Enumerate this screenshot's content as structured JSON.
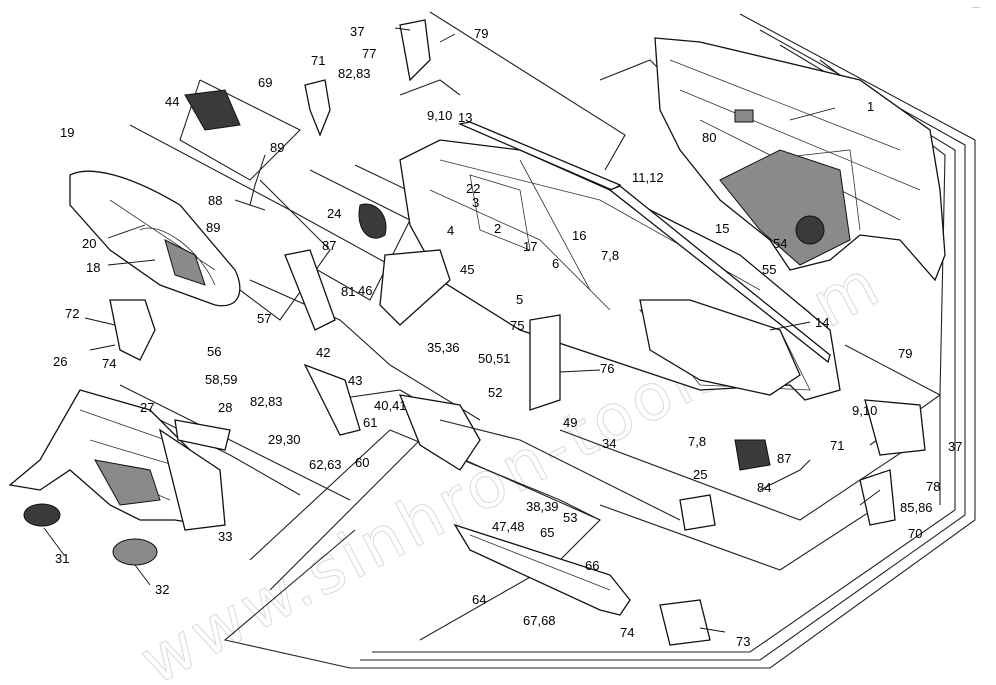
{
  "diagram": {
    "watermark": "www.sinhron-tools.com",
    "corner_mark": "—",
    "callouts": [
      {
        "id": "c37a",
        "label": "37"
      },
      {
        "id": "c79a",
        "label": "79"
      },
      {
        "id": "c77",
        "label": "77"
      },
      {
        "id": "c71a",
        "label": "71"
      },
      {
        "id": "c8283a",
        "label": "82,83"
      },
      {
        "id": "c69",
        "label": "69"
      },
      {
        "id": "c44",
        "label": "44"
      },
      {
        "id": "c910a",
        "label": "9,10"
      },
      {
        "id": "c13",
        "label": "13"
      },
      {
        "id": "c1",
        "label": "1"
      },
      {
        "id": "c80",
        "label": "80"
      },
      {
        "id": "c19",
        "label": "19"
      },
      {
        "id": "c89a",
        "label": "89"
      },
      {
        "id": "c88",
        "label": "88"
      },
      {
        "id": "c89b",
        "label": "89"
      },
      {
        "id": "c22",
        "label": "22"
      },
      {
        "id": "c3",
        "label": "3"
      },
      {
        "id": "c1112",
        "label": "11,12"
      },
      {
        "id": "c24",
        "label": "24"
      },
      {
        "id": "c4",
        "label": "4"
      },
      {
        "id": "c2",
        "label": "2"
      },
      {
        "id": "c17",
        "label": "17"
      },
      {
        "id": "c16",
        "label": "16"
      },
      {
        "id": "c15",
        "label": "15"
      },
      {
        "id": "c20",
        "label": "20"
      },
      {
        "id": "c18",
        "label": "18"
      },
      {
        "id": "c87a",
        "label": "87"
      },
      {
        "id": "c78a",
        "label": "7,8"
      },
      {
        "id": "c54",
        "label": "54"
      },
      {
        "id": "c55",
        "label": "55"
      },
      {
        "id": "c6",
        "label": "6"
      },
      {
        "id": "c45",
        "label": "45"
      },
      {
        "id": "c81",
        "label": "81"
      },
      {
        "id": "c46",
        "label": "46"
      },
      {
        "id": "c5",
        "label": "5"
      },
      {
        "id": "c72",
        "label": "72"
      },
      {
        "id": "c57",
        "label": "57"
      },
      {
        "id": "c75",
        "label": "75"
      },
      {
        "id": "c14",
        "label": "14"
      },
      {
        "id": "c56",
        "label": "56"
      },
      {
        "id": "c42",
        "label": "42"
      },
      {
        "id": "c3536",
        "label": "35,36"
      },
      {
        "id": "c74a",
        "label": "74"
      },
      {
        "id": "c3051",
        "label": "50,51"
      },
      {
        "id": "c76",
        "label": "76"
      },
      {
        "id": "c26",
        "label": "26"
      },
      {
        "id": "c43",
        "label": "43"
      },
      {
        "id": "c79b",
        "label": "79"
      },
      {
        "id": "c5859",
        "label": "58,59"
      },
      {
        "id": "c27",
        "label": "27"
      },
      {
        "id": "c8283b",
        "label": "82,83"
      },
      {
        "id": "c4041",
        "label": "40,41"
      },
      {
        "id": "c52",
        "label": "52"
      },
      {
        "id": "c28",
        "label": "28"
      },
      {
        "id": "c61",
        "label": "61"
      },
      {
        "id": "c49",
        "label": "49"
      },
      {
        "id": "c910b",
        "label": "9,10"
      },
      {
        "id": "c2930",
        "label": "29,30"
      },
      {
        "id": "c78b",
        "label": "7,8"
      },
      {
        "id": "c71b",
        "label": "71"
      },
      {
        "id": "c6263",
        "label": "62,63"
      },
      {
        "id": "c60",
        "label": "60"
      },
      {
        "id": "c34",
        "label": "34"
      },
      {
        "id": "c87b",
        "label": "87"
      },
      {
        "id": "c37b",
        "label": "37"
      },
      {
        "id": "c25",
        "label": "25"
      },
      {
        "id": "c78c",
        "label": "78"
      },
      {
        "id": "c84",
        "label": "84"
      },
      {
        "id": "c3839",
        "label": "38,39"
      },
      {
        "id": "c8586",
        "label": "85,86"
      },
      {
        "id": "c33",
        "label": "33"
      },
      {
        "id": "c53",
        "label": "53"
      },
      {
        "id": "c4748",
        "label": "47,48"
      },
      {
        "id": "c65",
        "label": "65"
      },
      {
        "id": "c70",
        "label": "70"
      },
      {
        "id": "c31",
        "label": "31"
      },
      {
        "id": "c66",
        "label": "66"
      },
      {
        "id": "c32",
        "label": "32"
      },
      {
        "id": "c64",
        "label": "64"
      },
      {
        "id": "c6768",
        "label": "67,68"
      },
      {
        "id": "c74b",
        "label": "74"
      },
      {
        "id": "c73",
        "label": "73"
      }
    ]
  }
}
